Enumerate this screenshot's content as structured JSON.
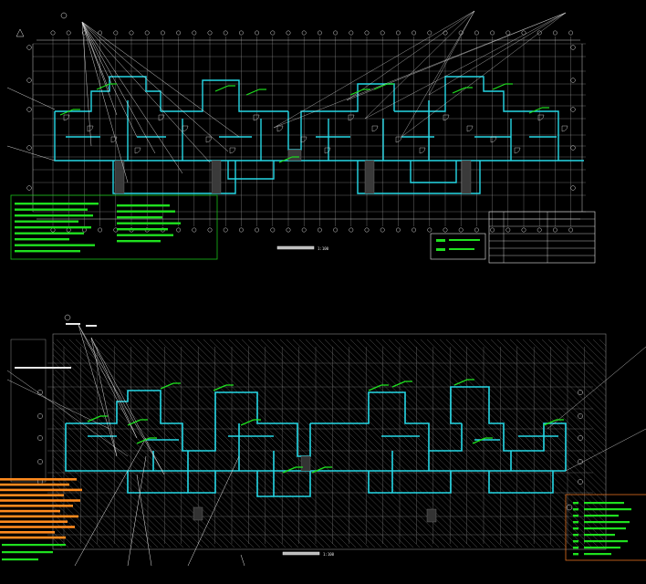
{
  "viewport": {
    "name": "cad-model-space"
  },
  "colors": {
    "background": "#000000",
    "wall": "#25d8e6",
    "grid": "#9a9a9a",
    "axis": "#d8d8d8",
    "dim": "#c8c8c8",
    "note_green": "#1fe01f",
    "note_orange": "#ff8a1e",
    "hatch": "#5a5a5a",
    "frame_green": "#18c018",
    "frame_orange": "#e07020",
    "white": "#e8e8e8"
  },
  "plans": [
    {
      "id": "upper-floor-plan",
      "scale_label": "1:100"
    },
    {
      "id": "lower-basement-plan",
      "scale_label": "1:100"
    }
  ],
  "icons": [
    "north-arrow-icon",
    "section-marker-icon",
    "grid-bubble-icon"
  ]
}
